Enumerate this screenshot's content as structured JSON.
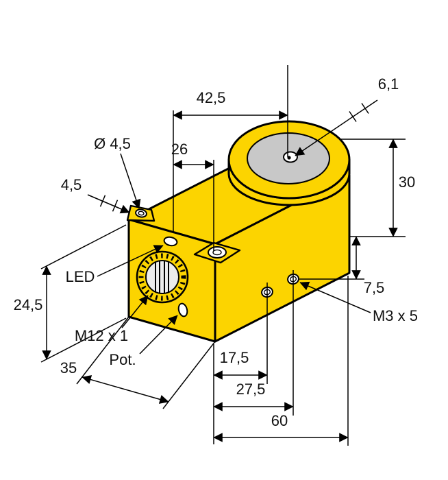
{
  "diagram": {
    "type": "technical-dimension-drawing",
    "colors": {
      "body": "#fcd400",
      "sensing_face": "#c8c8c8",
      "connector_inner": "#ececec",
      "background": "#ffffff",
      "line": "#000000"
    },
    "dimensions": {
      "d42_5": "42,5",
      "d6_1": "6,1",
      "dia4_5": "Ø 4,5",
      "d26": "26",
      "d4_5": "4,5",
      "d30": "30",
      "d24_5": "24,5",
      "d7_5": "7,5",
      "d35": "35",
      "d17_5": "17,5",
      "d27_5": "27,5",
      "d60": "60"
    },
    "callouts": {
      "led": "LED",
      "connector": "M12 x 1",
      "pot": "Pot.",
      "mounting": "M3 x 5"
    }
  }
}
